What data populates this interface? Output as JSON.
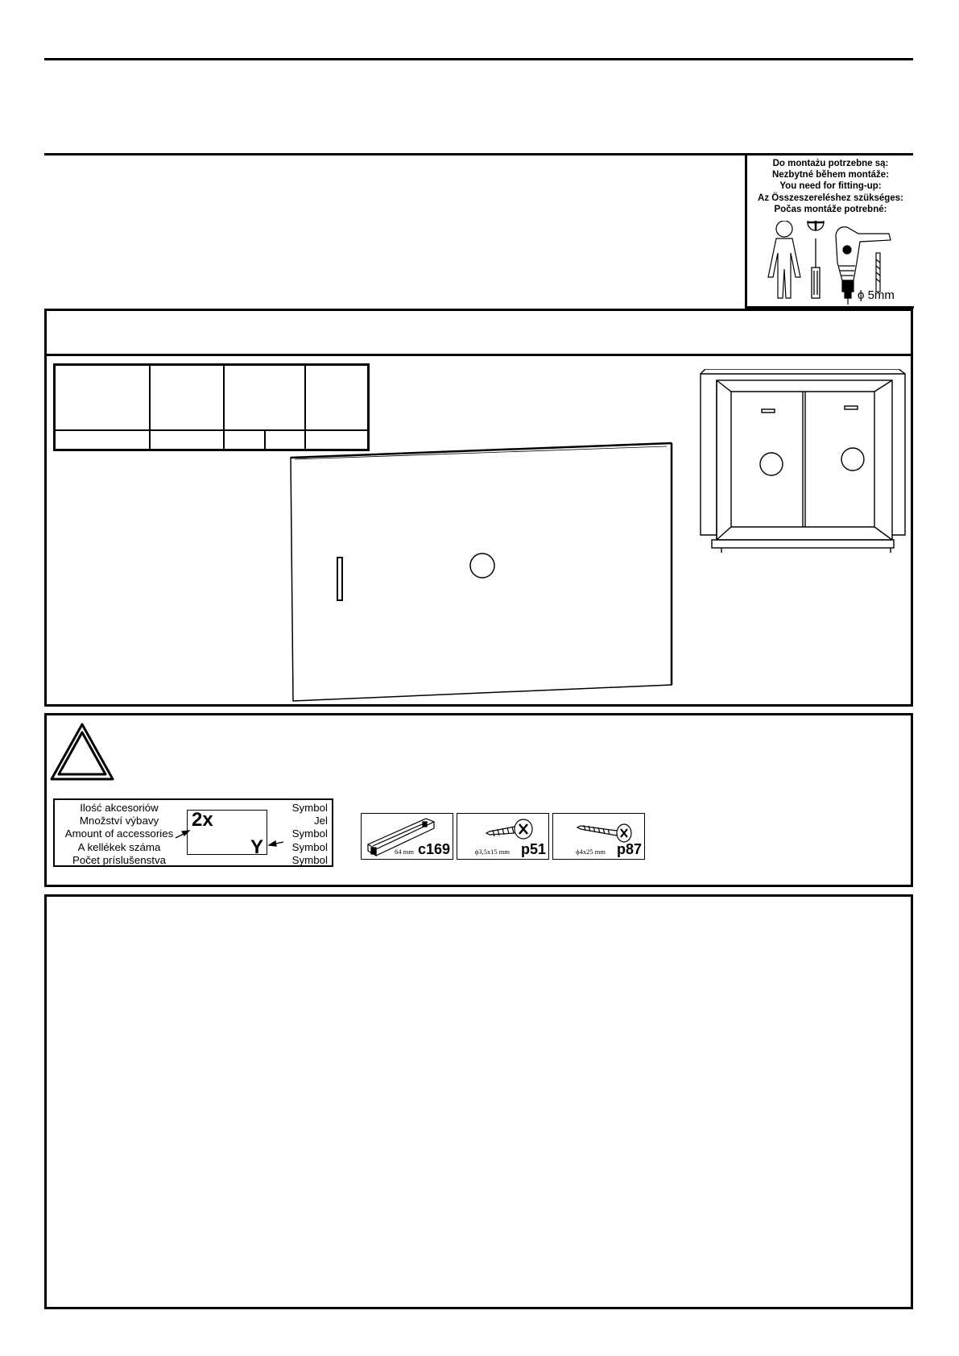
{
  "tools": {
    "lines": [
      "Do montażu potrzebne są:",
      "Nezbytné během montáže:",
      "You need for fitting-up:",
      "Az Összeszereléshez szükséges:",
      "Počas montáže potrebné:"
    ],
    "drill_size": "ϕ 5mm"
  },
  "legend": {
    "left_lines": [
      "Ilość akcesoriów",
      "Množství výbavy",
      "Amount of accessories",
      "A kellékek száma",
      "Počet príslušenstva"
    ],
    "right_lines": [
      "Symbol",
      "Jel",
      "Symbol",
      "Symbol",
      "Symbol"
    ],
    "quantity": "2x",
    "symbol": "Y"
  },
  "accessories": [
    {
      "icon": "connector-icon",
      "size": "64 mm",
      "code": "c169"
    },
    {
      "icon": "screw-icon",
      "size": "ϕ3,5x15 mm",
      "code": "p51"
    },
    {
      "icon": "screw-icon",
      "size": "ϕ4x25 mm",
      "code": "p87"
    }
  ]
}
